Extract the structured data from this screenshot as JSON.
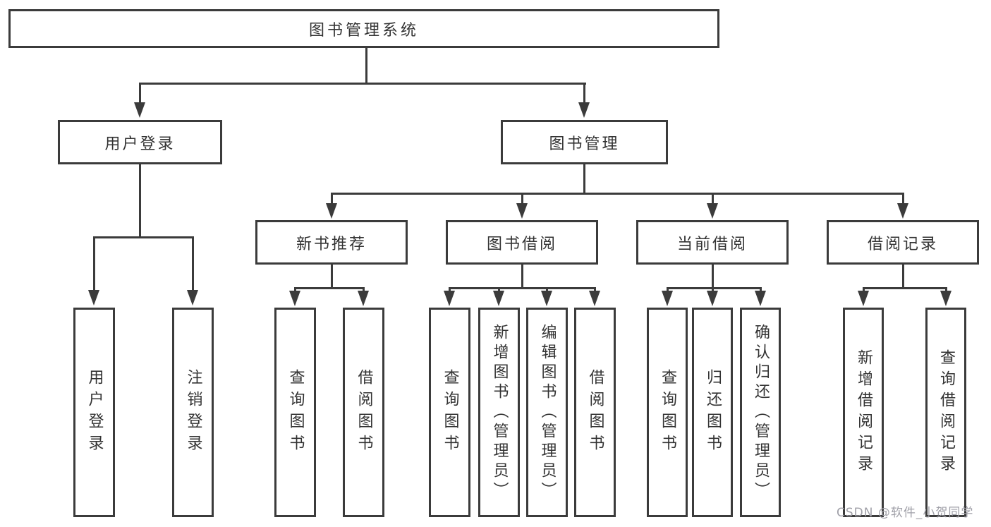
{
  "diagram": {
    "root": {
      "label": "图书管理系统"
    },
    "level2": [
      {
        "label": "用户登录"
      },
      {
        "label": "图书管理"
      }
    ],
    "level3": [
      {
        "label": "新书推荐"
      },
      {
        "label": "图书借阅"
      },
      {
        "label": "当前借阅"
      },
      {
        "label": "借阅记录"
      }
    ],
    "leaves": {
      "user": [
        {
          "label": "用户登录"
        },
        {
          "label": "注销登录"
        }
      ],
      "recommend": [
        {
          "label": "查询图书"
        },
        {
          "label": "借阅图书"
        }
      ],
      "borrow": [
        {
          "label": "查询图书"
        },
        {
          "label": "新增图书（管理员）"
        },
        {
          "label": "编辑图书（管理员）"
        },
        {
          "label": "借阅图书"
        }
      ],
      "current": [
        {
          "label": "查询图书"
        },
        {
          "label": "归还图书"
        },
        {
          "label": "确认归还（管理员）"
        }
      ],
      "records": [
        {
          "label": "新增借阅记录"
        },
        {
          "label": "查询借阅记录"
        }
      ]
    },
    "colors": {
      "line": "#3b3b3b",
      "text": "#333333",
      "background": "#ffffff",
      "watermark_text": "#a0a0a8"
    }
  },
  "watermark": {
    "text": "CSDN @软件_小贺同学"
  }
}
